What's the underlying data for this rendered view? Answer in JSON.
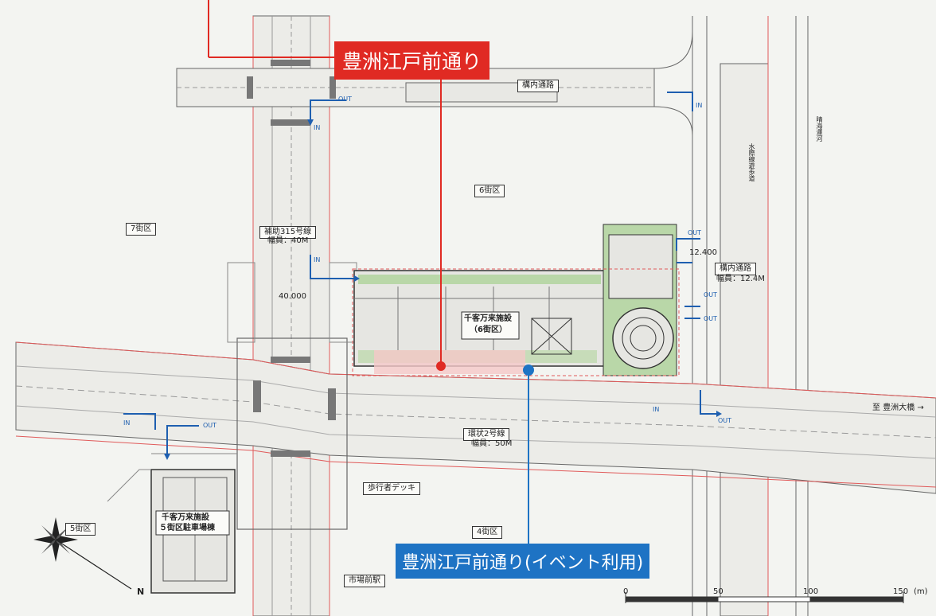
{
  "callouts": {
    "red": "豊洲江戸前通り",
    "blue": "豊洲江戸前通り(イベント利用)"
  },
  "districts": {
    "d7": "7街区",
    "d6": "6街区",
    "d5": "5街区",
    "d4": "4街区"
  },
  "roads": {
    "r315_name": "補助315号線",
    "r315_width": "幅員：40M",
    "r315_dim": "40.000",
    "loop2_name": "環状2号線",
    "loop2_width": "幅員：50M",
    "inner_road_top": "構内通路",
    "inner_road_right": "構内通路",
    "inner_road_right_width": "幅員：12.4M",
    "inner_dim": "12.400",
    "to_toyosu_bridge": "至 豊洲大橋 →",
    "deck": "歩行者デッキ",
    "station": "市場前駅",
    "canal_a": "水際線遊歩道",
    "canal_b": "晴海運河"
  },
  "facilities": {
    "main_line1": "千客万来施設",
    "main_line2": "（6街区）",
    "parking_line1": "千客万来施設",
    "parking_line2": "５街区駐車場棟"
  },
  "flow_labels": {
    "in1": "IN",
    "out1": "OUT",
    "in2": "IN",
    "out2": "OUT",
    "in3": "IN",
    "out3": "OUT",
    "in4": "IN",
    "out4": "OUT",
    "in5": "IN",
    "out5": "OUT"
  },
  "scale": {
    "t0": "0",
    "t50": "50",
    "t100": "100",
    "t150": "150",
    "unit": "(m)"
  },
  "compass": {
    "north": "N"
  },
  "colors": {
    "callout_red": "#e02a23",
    "callout_blue": "#1e73c4",
    "boundary_red": "#e05a5a",
    "flow_blue": "#1e5fb0",
    "green_area": "#b9d7a8",
    "event_pink": "#f5c8c8"
  }
}
